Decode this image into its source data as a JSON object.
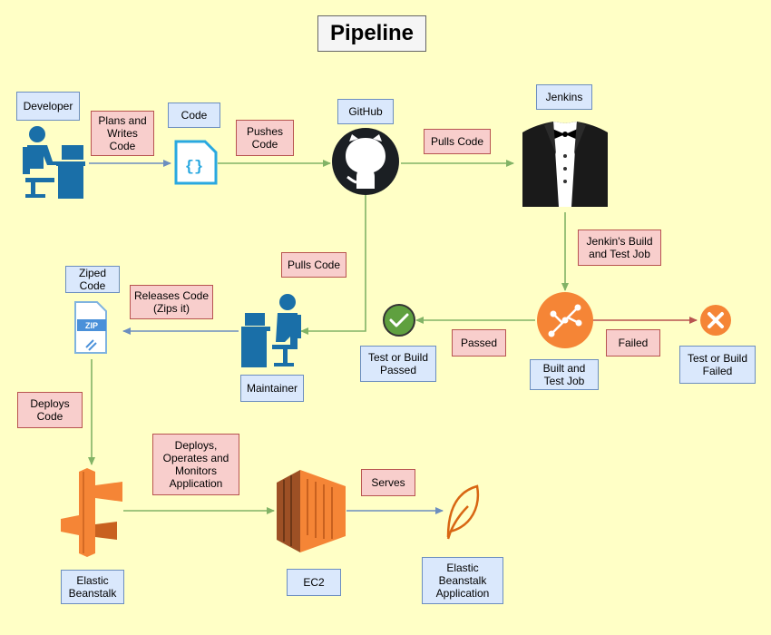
{
  "title": "Pipeline",
  "labels": {
    "developer": "Developer",
    "code": "Code",
    "github": "GitHub",
    "jenkins": "Jenkins",
    "zipped_code": "Ziped\nCode",
    "maintainer": "Maintainer",
    "test_passed": "Test or Build\nPassed",
    "build_test_job": "Built and\nTest Job",
    "test_failed": "Test or Build\nFailed",
    "elastic_beanstalk": "Elastic\nBeanstalk",
    "ec2": "EC2",
    "eb_application": "Elastic\nBeanstalk\nApplication"
  },
  "edges": {
    "plans_writes": "Plans and\nWrites\nCode",
    "pushes": "Pushes\nCode",
    "pulls_jenkins": "Pulls Code",
    "jenkins_job": "Jenkin's Build\nand Test Job",
    "pulls_maintainer": "Pulls Code",
    "releases": "Releases Code\n(Zips it)",
    "passed": "Passed",
    "failed": "Failed",
    "deploys": "Deploys\nCode",
    "deploys_operates": "Deploys,\nOperates and\nMonitors\nApplication",
    "serves": "Serves"
  },
  "icons": {
    "zip_text": "ZIP",
    "code_braces": "{}"
  },
  "colors": {
    "background": "#ffffc6",
    "label_fill": "#dae8fc",
    "edge_label_fill": "#f8cecc",
    "arrow_green": "#82b366",
    "arrow_blue": "#6c8ebf",
    "arrow_red": "#b85450",
    "user_blue": "#1a6fa8",
    "aws_orange": "#f58536",
    "pass_green": "#5fa03f"
  }
}
